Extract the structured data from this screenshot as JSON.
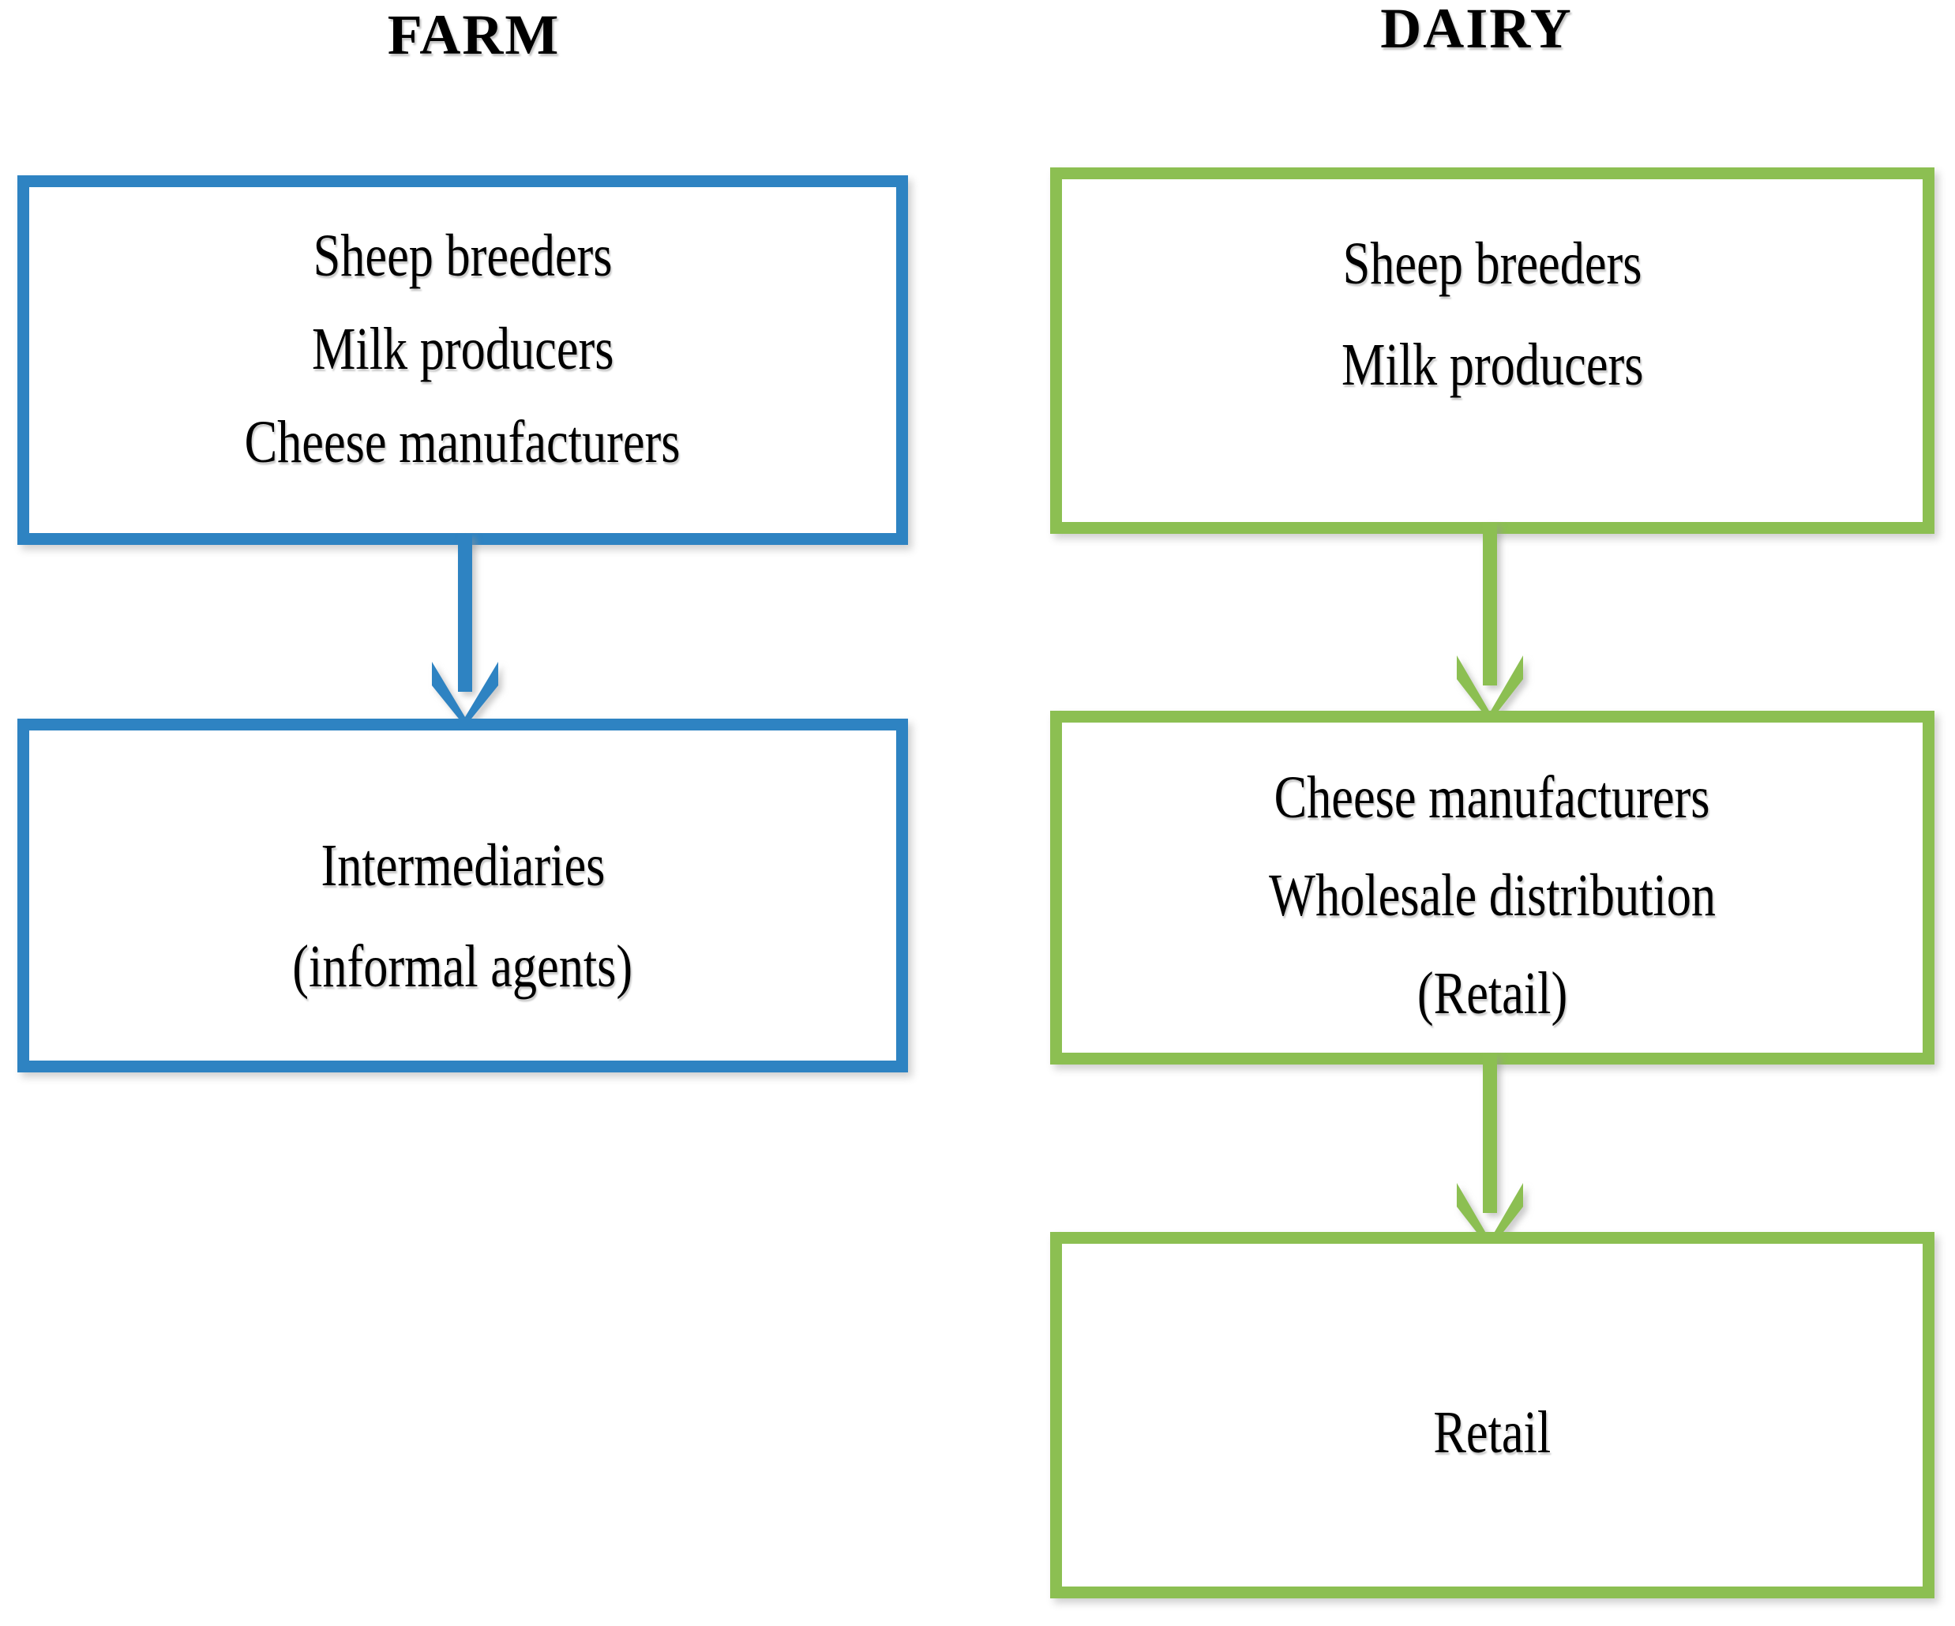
{
  "columns": [
    {
      "id": "farm",
      "title": "FARM",
      "accent": "#2E83C2"
    },
    {
      "id": "dairy",
      "title": "DAIRY",
      "accent": "#8CBF52"
    }
  ],
  "farm": {
    "title": "FARM",
    "accent_color": "#2E83C2",
    "box1": {
      "lines": [
        "Sheep breeders",
        "Milk producers",
        "Cheese manufacturers"
      ]
    },
    "box2": {
      "lines": [
        "Intermediaries",
        "(informal agents)"
      ]
    },
    "arrows": [
      {
        "name": "farm-arrow-1",
        "from": "box1",
        "to": "box2",
        "direction": "down",
        "color": "#2E83C2"
      }
    ]
  },
  "dairy": {
    "title": "DAIRY",
    "accent_color": "#8CBF52",
    "box1": {
      "lines": [
        "Sheep breeders",
        "Milk producers"
      ]
    },
    "box2": {
      "lines": [
        "Cheese manufacturers",
        "Wholesale distribution",
        "(Retail)"
      ]
    },
    "box3": {
      "lines": [
        "Retail"
      ]
    },
    "arrows": [
      {
        "name": "dairy-arrow-1",
        "from": "box1",
        "to": "box2",
        "direction": "down",
        "color": "#8CBF52"
      },
      {
        "name": "dairy-arrow-2",
        "from": "box2",
        "to": "box3",
        "direction": "down",
        "color": "#8CBF52"
      }
    ]
  }
}
